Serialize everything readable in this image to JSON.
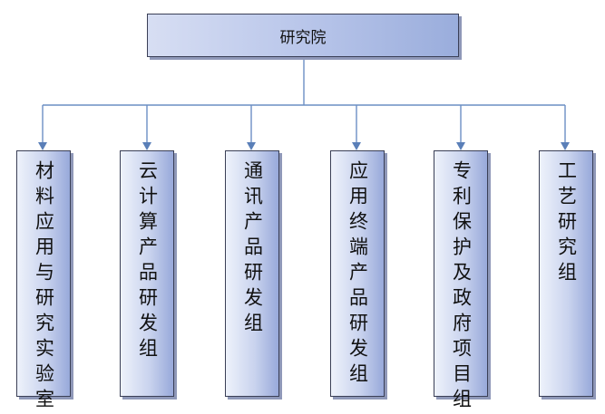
{
  "org_chart": {
    "root": {
      "label": "研究院"
    },
    "children": [
      {
        "label": "材料应用与研究实验室"
      },
      {
        "label": "云计算产品研发组"
      },
      {
        "label": "通讯产品研发组"
      },
      {
        "label": "应用终端产品研发组"
      },
      {
        "label": "专利保护及政府项目组"
      },
      {
        "label": "工艺研究组"
      }
    ]
  },
  "colors": {
    "connector": "#6b8fc4",
    "box_border": "#3a3f56",
    "box_shadow": "#8f98b8"
  }
}
